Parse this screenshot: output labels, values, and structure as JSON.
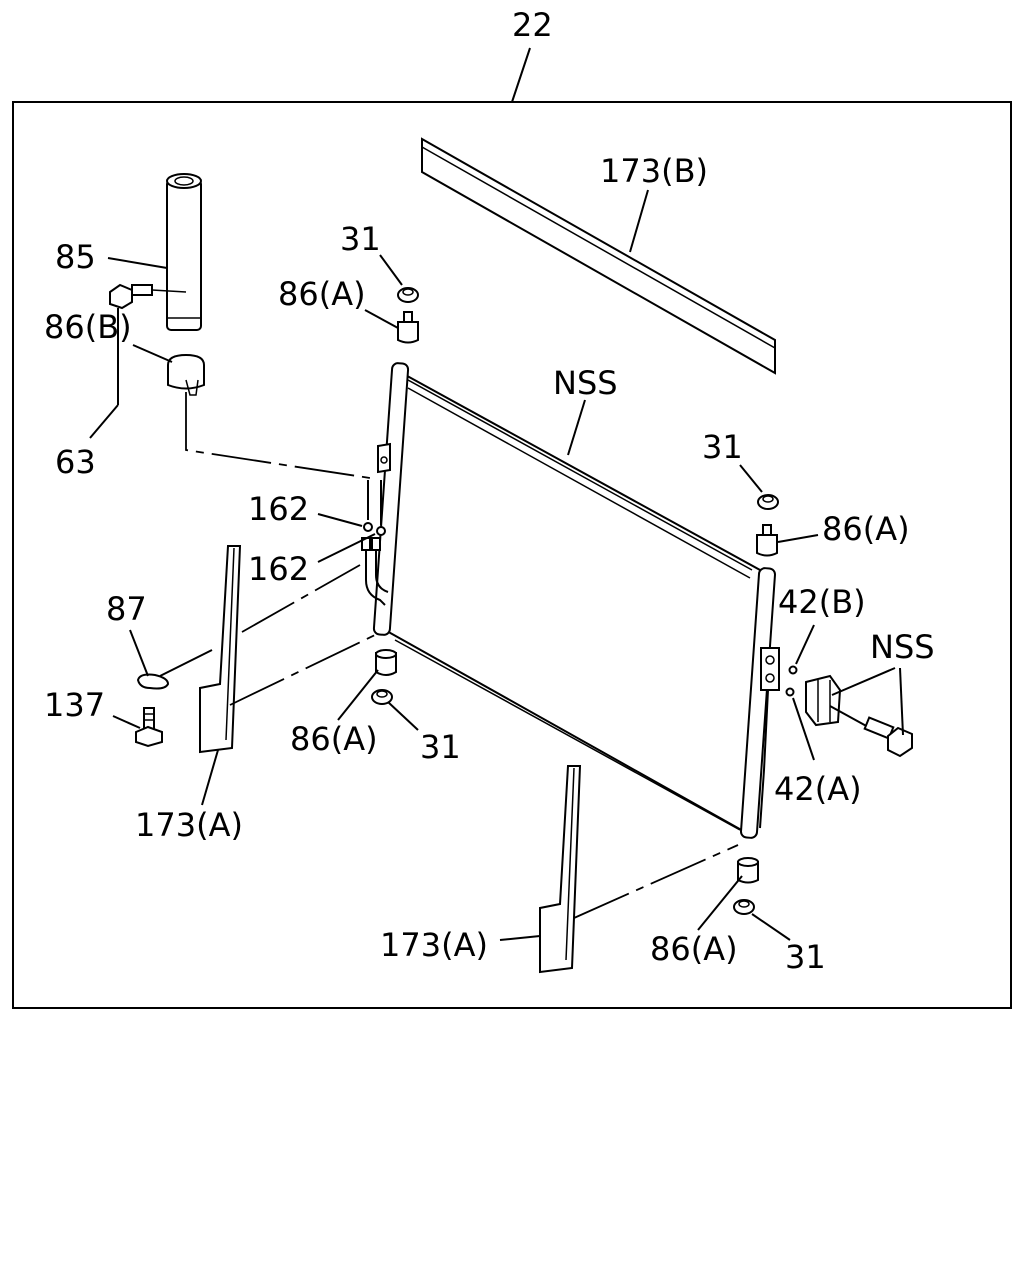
{
  "labels": {
    "assembly": "22",
    "seal_top": "173(B)",
    "condenser_nss": "NSS",
    "receiver_dryer": "85",
    "bracket_b": "86(B)",
    "bolt_63": "63",
    "cushion_31_top_left": "31",
    "mount_86a_top_left": "86(A)",
    "cushion_31_top_right": "31",
    "mount_86a_top_right": "86(A)",
    "oring_162_a": "162",
    "oring_162_b": "162",
    "clip_87": "87",
    "bolt_137": "137",
    "seal_173a_left": "173(A)",
    "mount_86a_bottom_left": "86(A)",
    "cushion_31_bottom_left": "31",
    "oring_42b": "42(B)",
    "oring_42a": "42(A)",
    "fitting_nss": "NSS",
    "seal_173a_bottom": "173(A)",
    "mount_86a_bottom_right": "86(A)",
    "cushion_31_bottom_right": "31"
  }
}
